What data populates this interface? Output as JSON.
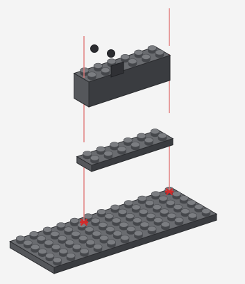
{
  "diagram": {
    "kind": "lego-assembly-instruction",
    "colors": {
      "background": "#f4f4f4",
      "brick_top": "#6a6c70",
      "brick_side_light": "#55575b",
      "brick_side_dark": "#3a3c40",
      "stud_top": "#7b7d81",
      "stud_side": "#45474b",
      "guide_line": "#e07a7a",
      "marker": "#d42a2a"
    },
    "parts": [
      {
        "name": "electronics-brick",
        "studs_long": 6,
        "studs_wide": 2,
        "height": "tall"
      },
      {
        "name": "middle-plate",
        "studs_long": 6,
        "studs_wide": 2,
        "height": "plate"
      },
      {
        "name": "base-plate",
        "studs_long": 12,
        "studs_wide": 6,
        "height": "plate"
      }
    ],
    "connection_markers": 2
  }
}
